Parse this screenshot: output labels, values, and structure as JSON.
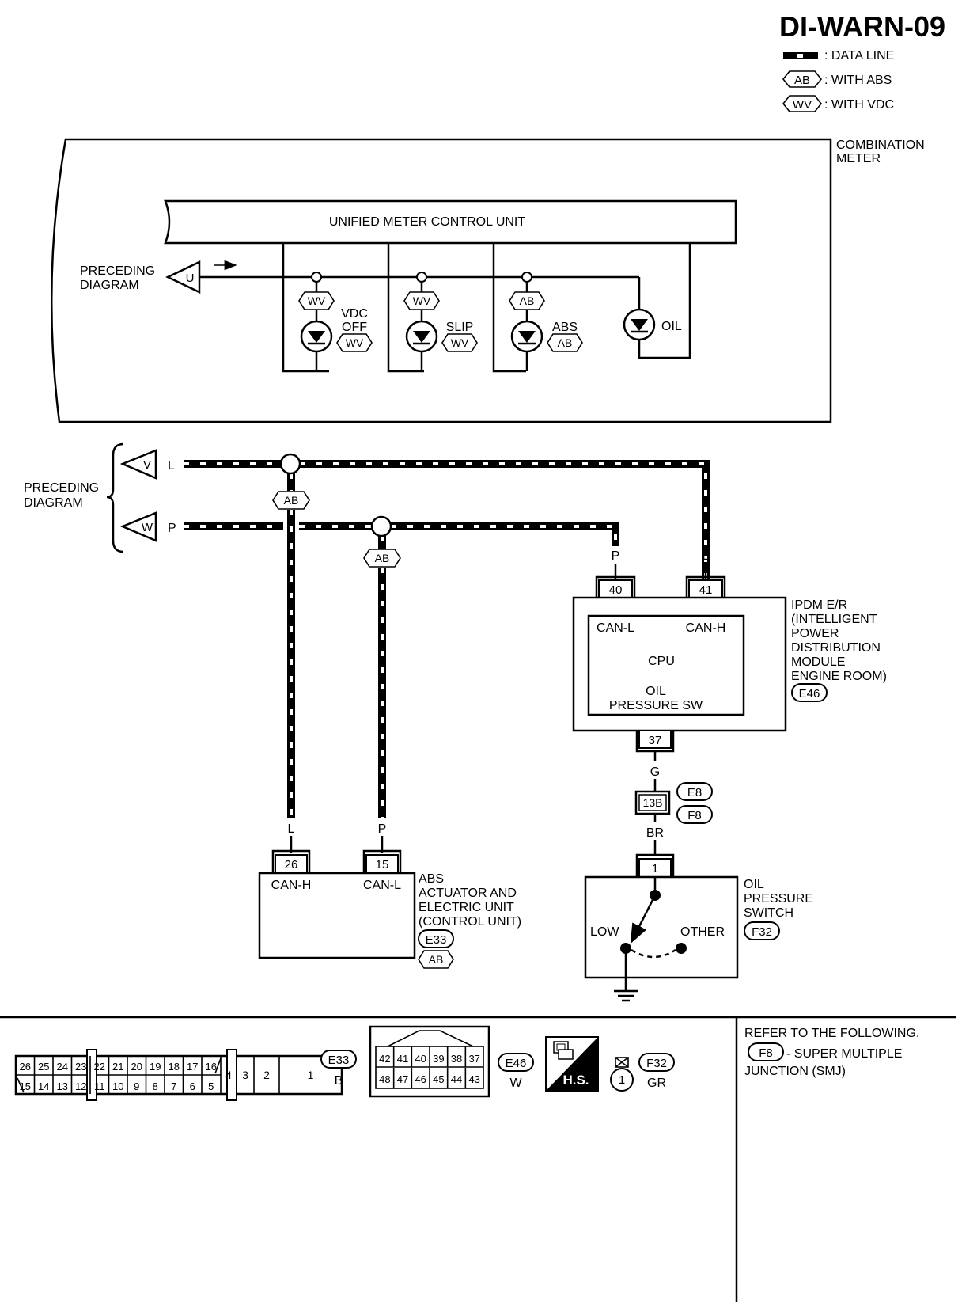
{
  "title": "DI-WARN-09",
  "legend": {
    "data_line": ": DATA LINE",
    "with_abs_tag": "AB",
    "with_abs": ": WITH ABS",
    "with_vdc_tag": "WV",
    "with_vdc": ": WITH VDC"
  },
  "combination_meter": {
    "label1": "COMBINATION",
    "label2": "METER",
    "unit": "UNIFIED METER CONTROL UNIT",
    "preceding1": "PRECEDING",
    "preceding2": "DIAGRAM",
    "connector_u": "U",
    "lamps": {
      "vdc_tag": "WV",
      "vdc1": "VDC",
      "vdc2": "OFF",
      "vdc_opt": "WV",
      "slip_tag": "WV",
      "slip": "SLIP",
      "slip_opt": "WV",
      "abs_tag": "AB",
      "abs": "ABS",
      "abs_opt": "AB",
      "oil": "OIL"
    }
  },
  "can": {
    "preceding1": "PRECEDING",
    "preceding2": "DIAGRAM",
    "conn_v": "V",
    "conn_w": "W",
    "wire_l": "L",
    "wire_p": "P",
    "ab_tag1": "AB",
    "ab_tag2": "AB",
    "ipdm_wire_p": "P",
    "ipdm_wire_l": "L",
    "abs_wire_l": "L",
    "abs_wire_p": "P"
  },
  "ipdm": {
    "pin40": "40",
    "pin41": "41",
    "can_l": "CAN-L",
    "can_h": "CAN-H",
    "cpu": "CPU",
    "oil1": "OIL",
    "oil2": "PRESSURE SW",
    "pin37": "37",
    "label1": "IPDM E/R",
    "label2": "(INTELLIGENT",
    "label3": "POWER",
    "label4": "DISTRIBUTION",
    "label5": "MODULE",
    "label6": "ENGINE ROOM)",
    "connector": "E46"
  },
  "smj": {
    "wire_g": "G",
    "pin": "13B",
    "conn_e8": "E8",
    "conn_f8": "F8",
    "wire_br": "BR"
  },
  "abs_unit": {
    "pin26": "26",
    "pin15": "15",
    "can_h": "CAN-H",
    "can_l": "CAN-L",
    "label1": "ABS",
    "label2": "ACTUATOR AND",
    "label3": "ELECTRIC UNIT",
    "label4": "(CONTROL UNIT)",
    "connector": "E33",
    "tag": "AB"
  },
  "oil_switch": {
    "pin1": "1",
    "low": "LOW",
    "other": "OTHER",
    "label1": "OIL",
    "label2": "PRESSURE",
    "label3": "SWITCH",
    "connector": "F32"
  },
  "connectors": {
    "e33_top": [
      "26",
      "25",
      "24",
      "23",
      "22",
      "21",
      "20",
      "19",
      "18",
      "17",
      "16"
    ],
    "e33_bottom": [
      "15",
      "14",
      "13",
      "12",
      "11",
      "10",
      "9",
      "8",
      "7",
      "6",
      "5"
    ],
    "e33_side": [
      "4",
      "3",
      "2",
      "1"
    ],
    "e33_id": "E33",
    "e33_color": "B",
    "e46_top": [
      "42",
      "41",
      "40",
      "39",
      "38",
      "37"
    ],
    "e46_bottom": [
      "48",
      "47",
      "46",
      "45",
      "44",
      "43"
    ],
    "e46_id": "E46",
    "e46_color": "W",
    "hs": "H.S.",
    "f32_pin": "1",
    "f32_id": "F32",
    "f32_color": "GR"
  },
  "refer": {
    "line1": "REFER TO THE FOLLOWING.",
    "tag": "F8",
    "line2": "- SUPER MULTIPLE",
    "line3": "JUNCTION (SMJ)"
  }
}
